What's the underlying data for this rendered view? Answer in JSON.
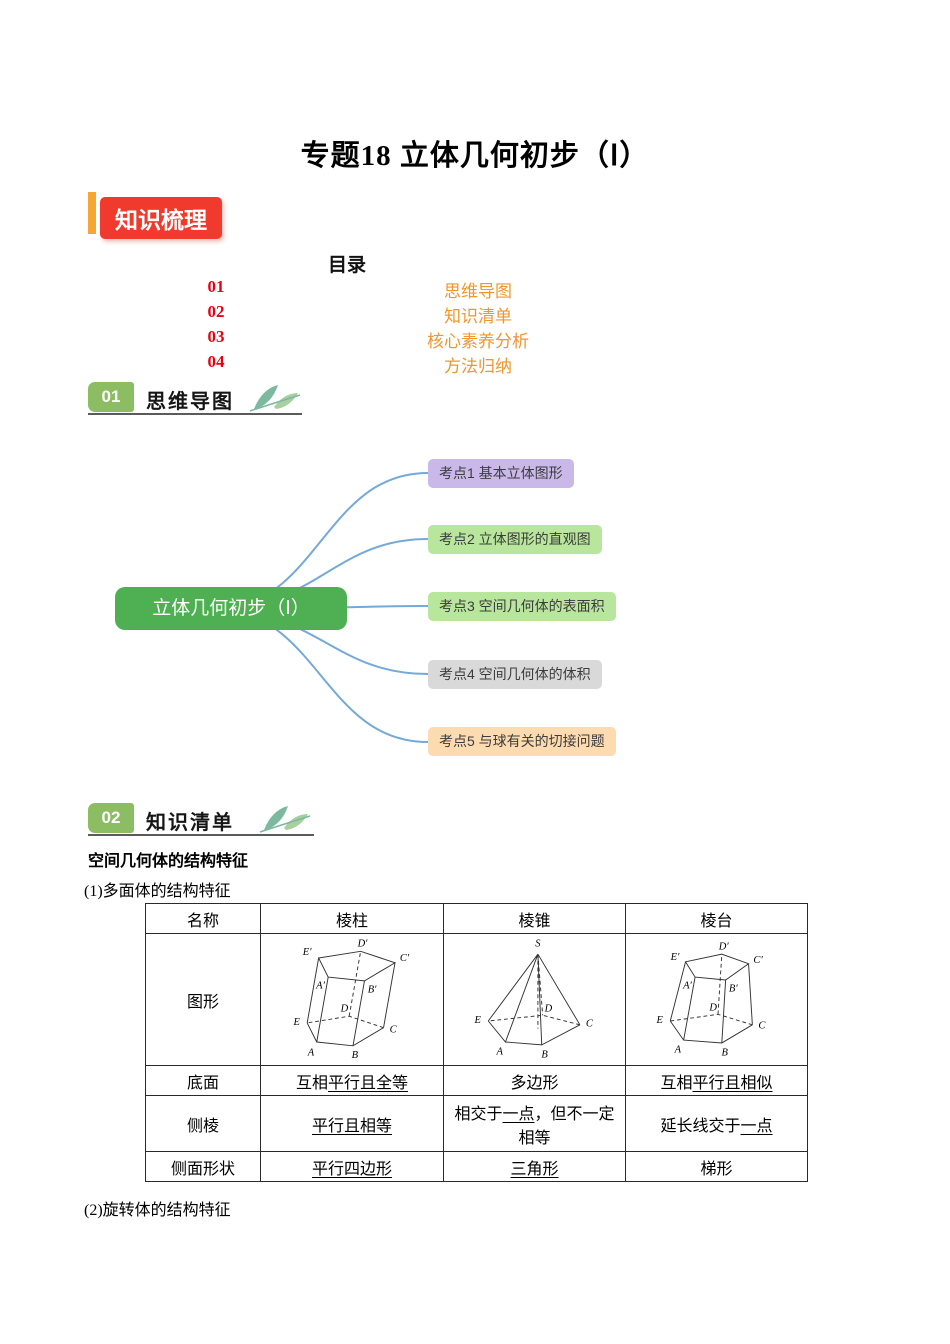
{
  "page": {
    "title": "专题18 立体几何初步（Ⅰ）"
  },
  "knowledge_badge": {
    "label": "知识梳理"
  },
  "toc": {
    "heading": "目录",
    "items": [
      {
        "num": "01",
        "label": "思维导图"
      },
      {
        "num": "02",
        "label": "知识清单"
      },
      {
        "num": "03",
        "label": "核心素养分析"
      },
      {
        "num": "04",
        "label": "方法归纳"
      }
    ]
  },
  "section1": {
    "num": "01",
    "title": "思维导图"
  },
  "section2": {
    "num": "02",
    "title": "知识清单"
  },
  "mindmap": {
    "root": "立体几何初步（Ⅰ）",
    "root_color": "#4eb052",
    "line_color": "#74a9d8",
    "nodes": [
      {
        "label": "考点1 基本立体图形",
        "color": "#c9b8e8"
      },
      {
        "label": "考点2 立体图形的直观图",
        "color": "#b8e69c"
      },
      {
        "label": "考点3 空间几何体的表面积",
        "color": "#b8e69c"
      },
      {
        "label": "考点4 空间几何体的体积",
        "color": "#d9d9d9"
      },
      {
        "label": "考点5 与球有关的切接问题",
        "color": "#fcdbb0"
      }
    ]
  },
  "content": {
    "structure_heading": "空间几何体的结构特征",
    "item1": "(1)多面体的结构特征",
    "item2": "(2)旋转体的结构特征"
  },
  "table": {
    "headers": [
      "名称",
      "棱柱",
      "棱锥",
      "棱台"
    ],
    "row_labels": [
      "图形",
      "底面",
      "侧棱",
      "侧面形状"
    ],
    "cells": {
      "bottom_prism": {
        "pre": "互相",
        "u": "平行且全等",
        "post": ""
      },
      "bottom_pyramid": {
        "pre": "多边形",
        "u": "",
        "post": ""
      },
      "bottom_frustum": {
        "pre": "互相",
        "u": "平行且相似",
        "post": ""
      },
      "lateral_prism": {
        "pre": "",
        "u": "平行且相等",
        "post": ""
      },
      "lateral_pyramid": {
        "pre": "相交于",
        "u": "一点",
        "post": "，但不一定相等"
      },
      "lateral_frustum": {
        "pre": "延长线交于",
        "u": "一点",
        "post": ""
      },
      "face_prism": {
        "pre": "",
        "u": "平行四边形",
        "post": ""
      },
      "face_pyramid": {
        "pre": "",
        "u": "三角形",
        "post": ""
      },
      "face_frustum": {
        "pre": "梯形",
        "u": "",
        "post": ""
      }
    }
  },
  "figures": {
    "prism": {
      "A": "A",
      "B": "B",
      "C": "C",
      "D": "D",
      "E": "E",
      "Ap": "A′",
      "Bp": "B′",
      "Cp": "C′",
      "Dp": "D′",
      "Ep": "E′"
    },
    "pyramid": {
      "S": "S",
      "A": "A",
      "B": "B",
      "C": "C",
      "D": "D",
      "E": "E"
    },
    "frustum": {
      "A": "A",
      "B": "B",
      "C": "C",
      "D": "D",
      "E": "E",
      "Ap": "A′",
      "Bp": "B′",
      "Cp": "C′",
      "Dp": "D′",
      "Ep": "E′"
    }
  }
}
